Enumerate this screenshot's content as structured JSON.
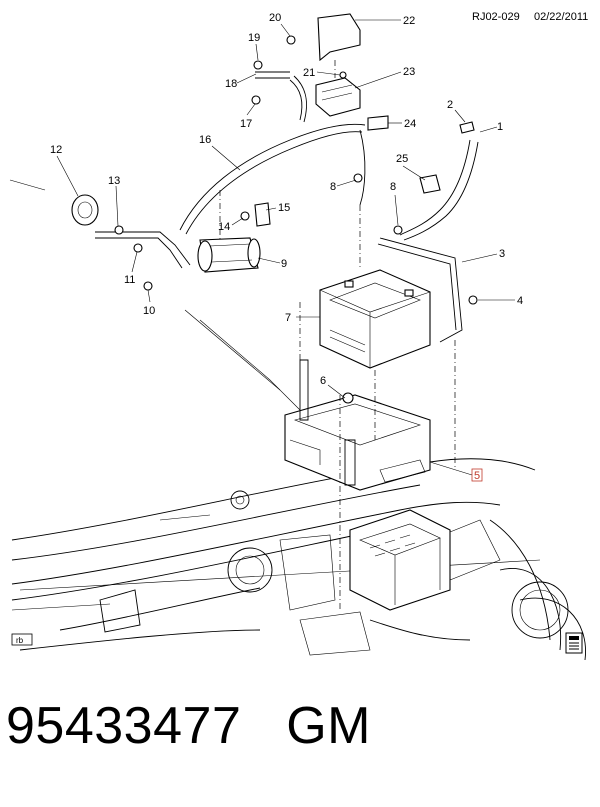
{
  "header": {
    "ref": "RJ02-029",
    "date": "02/22/2011"
  },
  "callouts": [
    "1",
    "2",
    "3",
    "4",
    "5",
    "6",
    "7",
    "8",
    "8",
    "9",
    "10",
    "11",
    "12",
    "13",
    "14",
    "15",
    "16",
    "17",
    "18",
    "19",
    "20",
    "21",
    "22",
    "23",
    "24",
    "25"
  ],
  "corner_badge": "rb",
  "footer": {
    "part_number": "95433477",
    "brand": "GM"
  },
  "colors": {
    "ink": "#000000",
    "highlight": "#c0392b",
    "background": "#ffffff"
  }
}
